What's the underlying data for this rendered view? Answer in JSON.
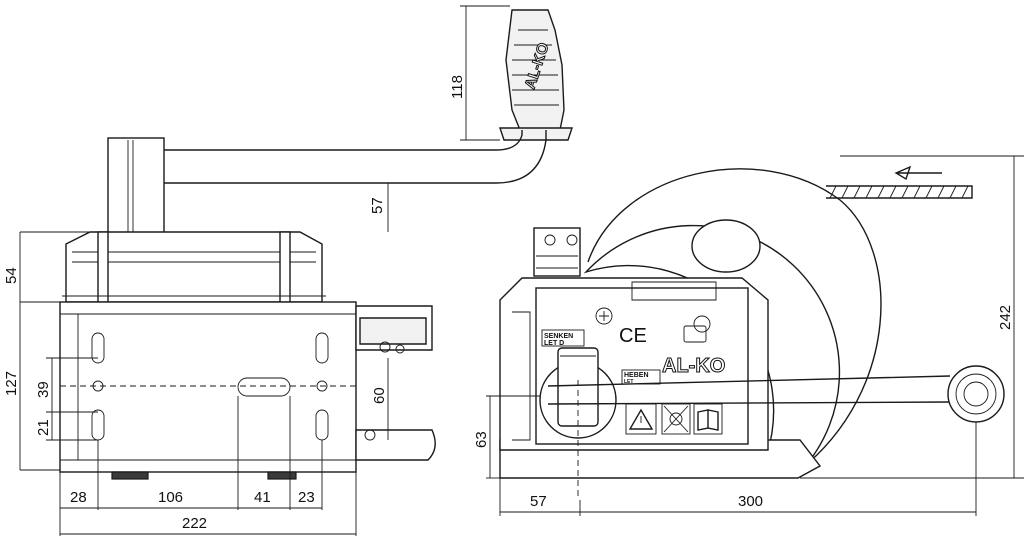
{
  "dimensions": {
    "handle_height": "118",
    "crank_offset": "57",
    "top_height": "54",
    "body_height": "127",
    "hole_spacing_39": "39",
    "hole_offset_21": "21",
    "center_height": "60",
    "d28": "28",
    "d106": "106",
    "d41": "41",
    "d23": "23",
    "overall_width": "222",
    "right_height": "242",
    "right_offset": "63",
    "right_57": "57",
    "right_300": "300"
  },
  "labels": {
    "senken": "SENKEN",
    "let_d": "LET D",
    "heben": "HEBEN",
    "let_small": "LET",
    "ce_mark": "CE",
    "brand": "AL-KO",
    "handle_brand": "AL-KO"
  }
}
